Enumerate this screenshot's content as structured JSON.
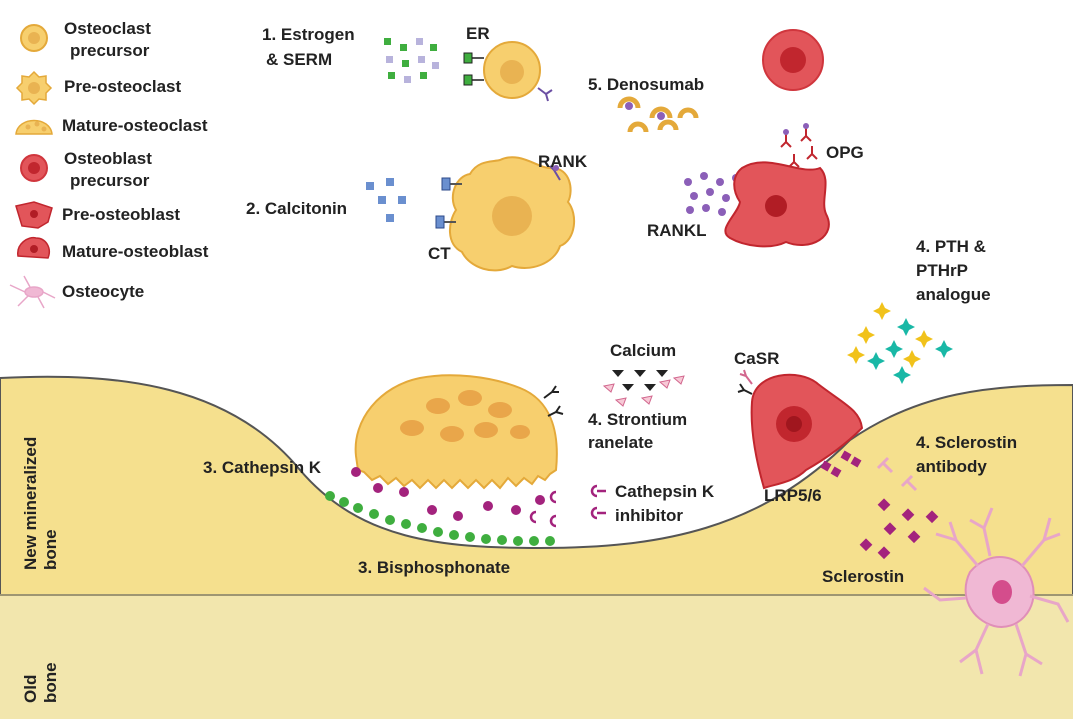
{
  "legend": [
    {
      "key": "osteoclast-precursor",
      "lines": [
        "Osteoclast",
        "precursor"
      ]
    },
    {
      "key": "pre-osteoclast",
      "lines": [
        "Pre-osteoclast"
      ]
    },
    {
      "key": "mature-osteoclast",
      "lines": [
        "Mature-osteoclast"
      ]
    },
    {
      "key": "osteoblast-precursor",
      "lines": [
        "Osteoblast",
        "precursor"
      ]
    },
    {
      "key": "pre-osteoblast",
      "lines": [
        "Pre-osteoblast"
      ]
    },
    {
      "key": "mature-osteoblast",
      "lines": [
        "Mature-osteoblast"
      ]
    },
    {
      "key": "osteocyte",
      "lines": [
        "Osteocyte"
      ]
    }
  ],
  "drugs": {
    "estrogen": [
      "1.  Estrogen",
      "& SERM"
    ],
    "calcitonin": [
      "2.  Calcitonin"
    ],
    "cathepsin_k": [
      "3.  Cathepsin K"
    ],
    "bisphosphonate": [
      "3.  Bisphosphonate"
    ],
    "strontium": [
      "4.  Strontium",
      "ranelate"
    ],
    "cathepsin_inhibitor": [
      "Cathepsin K",
      "inhibitor"
    ],
    "pth": [
      "4. PTH &",
      "PTHrP",
      "analogue"
    ],
    "sclerostin_antibody": [
      "4. Sclerostin",
      "antibody"
    ],
    "denosumab": [
      "5.  Denosumab"
    ]
  },
  "receptors": {
    "er": "ER",
    "rank": "RANK",
    "ct": "CT",
    "rankl": "RANKL",
    "opg": "OPG",
    "calcium": "Calcium",
    "casr": "CaSR",
    "lrp": "LRP5/6",
    "sclerostin": "Sclerostin"
  },
  "bone": {
    "new": [
      "New mineralized",
      "bone"
    ],
    "old": [
      "Old",
      "bone"
    ]
  },
  "colors": {
    "osteoclast": "#f7cf6e",
    "osteoclast_edge": "#e4a93a",
    "osteoblast": "#e2555a",
    "new_bone": "#f5e08e",
    "old_bone": "#f2e6ad",
    "bisphosphonate": "#3fae3f",
    "cathepsin": "#a3237d",
    "pth_yellow": "#f1c21b",
    "pth_teal": "#19b8a6"
  }
}
